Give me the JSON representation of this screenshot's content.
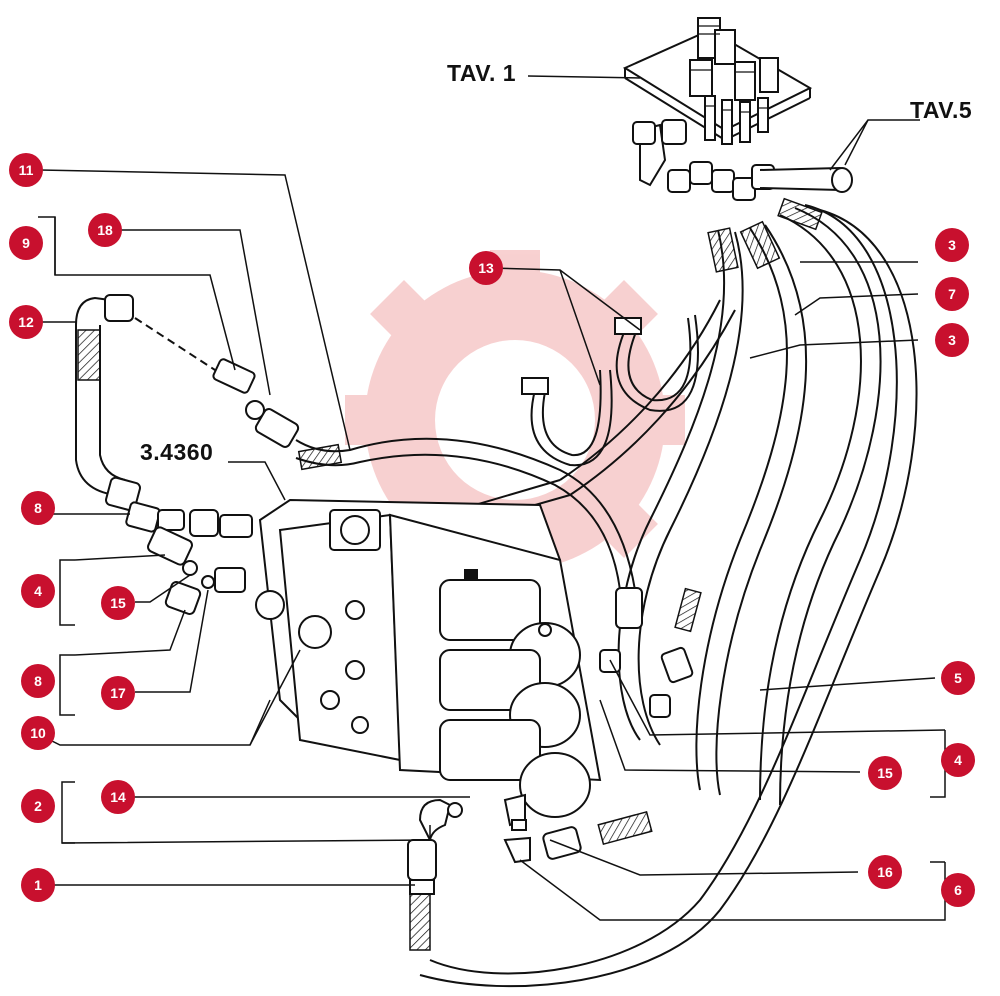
{
  "diagram": {
    "reference_labels": {
      "tav1": "TAV. 1",
      "tav5": "TAV.5",
      "valve": "3.4360"
    },
    "callouts": [
      {
        "id": "c11",
        "label": "11"
      },
      {
        "id": "c9",
        "label": "9"
      },
      {
        "id": "c18",
        "label": "18"
      },
      {
        "id": "c12",
        "label": "12"
      },
      {
        "id": "c13",
        "label": "13"
      },
      {
        "id": "c3a",
        "label": "3"
      },
      {
        "id": "c7",
        "label": "7"
      },
      {
        "id": "c3b",
        "label": "3"
      },
      {
        "id": "c8a",
        "label": "8"
      },
      {
        "id": "c4a",
        "label": "4"
      },
      {
        "id": "c15a",
        "label": "15"
      },
      {
        "id": "c8b",
        "label": "8"
      },
      {
        "id": "c17",
        "label": "17"
      },
      {
        "id": "c10",
        "label": "10"
      },
      {
        "id": "c5",
        "label": "5"
      },
      {
        "id": "c4b",
        "label": "4"
      },
      {
        "id": "c15b",
        "label": "15"
      },
      {
        "id": "c14",
        "label": "14"
      },
      {
        "id": "c2",
        "label": "2"
      },
      {
        "id": "c16",
        "label": "16"
      },
      {
        "id": "c6",
        "label": "6"
      },
      {
        "id": "c1",
        "label": "1"
      }
    ],
    "colors": {
      "callout": "#c8102e",
      "line": "#111111",
      "watermark": "#f4c6c6"
    }
  }
}
